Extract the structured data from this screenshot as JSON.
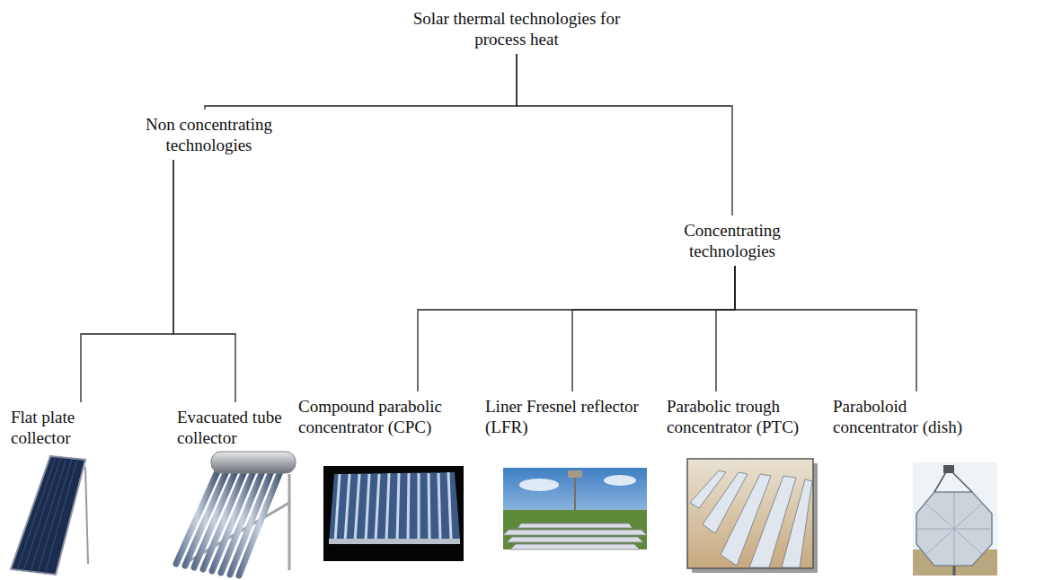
{
  "diagram": {
    "nodes": [
      {
        "text": [
          "Solar thermal technologies for process heat"
        ]
      },
      {
        "text": [
          "Non concentrating technologies"
        ]
      },
      {
        "text": [
          "Concentrating technologies"
        ]
      },
      {
        "text": [
          "Flat plate collector"
        ]
      },
      {
        "text": [
          "Evacuated tube collector"
        ]
      },
      {
        "text": [
          "Compound parabolic concentrator (CPC)"
        ]
      },
      {
        "text": [
          "Liner Fresnel reflector (LFR)"
        ]
      },
      {
        "text": [
          "Parabolic trough concentrator (PTC)"
        ]
      },
      {
        "text": [
          "Paraboloid concentrator (dish)"
        ]
      }
    ],
    "edges": [
      {
        "from": 0,
        "to": 1,
        "arrow": "none"
      },
      {
        "from": 0,
        "to": 2,
        "arrow": "none"
      },
      {
        "from": 1,
        "to": 3,
        "arrow": "none"
      },
      {
        "from": 1,
        "to": 4,
        "arrow": "none"
      },
      {
        "from": 2,
        "to": 5,
        "arrow": "none"
      },
      {
        "from": 2,
        "to": 6,
        "arrow": "none"
      },
      {
        "from": 2,
        "to": 7,
        "arrow": "none"
      },
      {
        "from": 2,
        "to": 8,
        "arrow": "none"
      }
    ]
  }
}
